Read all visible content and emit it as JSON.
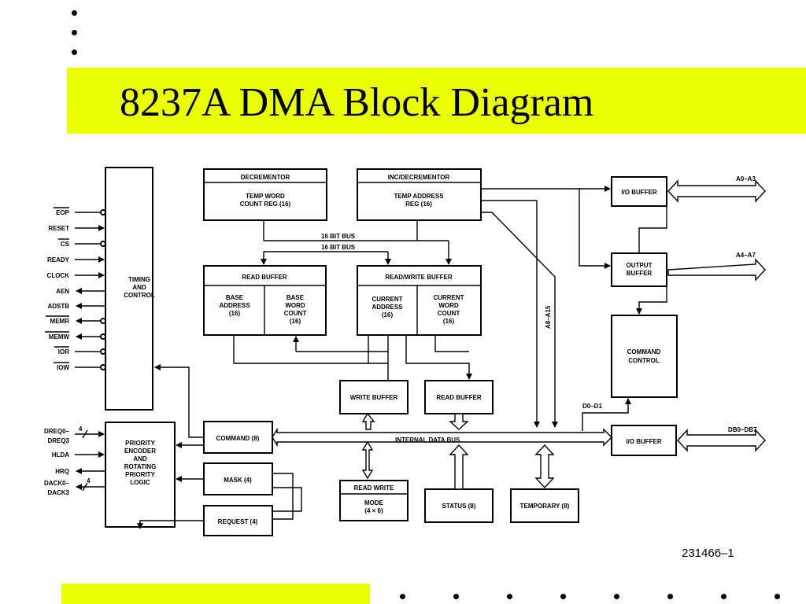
{
  "slide": {
    "title": "8237A DMA Block Diagram",
    "figure_number": "231466–1"
  },
  "diagram": {
    "blocks": {
      "decrementor": "DECREMENTOR",
      "temp_word_count_1": "TEMP WORD",
      "temp_word_count_2": "COUNT REG (16)",
      "incdecrementor": "INC/DECREMENTOR",
      "temp_address_1": "TEMP ADDRESS",
      "temp_address_2": "REG (16)",
      "read_buffer_header": "READ BUFFER",
      "base_address_1": "BASE",
      "base_address_2": "ADDRESS",
      "base_address_3": "(16)",
      "base_word_count_1": "BASE",
      "base_word_count_2": "WORD",
      "base_word_count_3": "COUNT",
      "base_word_count_4": "(16)",
      "rw_buffer_header": "READ/WRITE BUFFER",
      "current_address_1": "CURRENT",
      "current_address_2": "ADDRESS",
      "current_address_3": "(16)",
      "current_word_count_1": "CURRENT",
      "current_word_count_2": "WORD",
      "current_word_count_3": "COUNT",
      "current_word_count_4": "(16)",
      "timing_1": "TIMING",
      "timing_2": "AND",
      "timing_3": "CONTROL",
      "priority_1": "PRIORITY",
      "priority_2": "ENCODER",
      "priority_3": "AND",
      "priority_4": "ROTATING",
      "priority_5": "PRIORITY",
      "priority_6": "LOGIC",
      "command": "COMMAND (8)",
      "mask": "MASK (4)",
      "request": "REQUEST (4)",
      "write_buffer": "WRITE BUFFER",
      "read_buffer_small": "READ BUFFER",
      "read_write": "READ WRITE",
      "mode_1": "MODE",
      "mode_2": "(4 × 6)",
      "status": "STATUS (8)",
      "temporary": "TEMPORARY (8)",
      "io_buffer_top": "I/O BUFFER",
      "output_buffer_1": "OUTPUT",
      "output_buffer_2": "BUFFER",
      "command_control_1": "COMMAND",
      "command_control_2": "CONTROL",
      "io_buffer_bottom": "I/O BUFFER"
    },
    "bus_labels": {
      "bus_16_a": "16 BIT BUS",
      "bus_16_b": "16 BIT BUS",
      "internal_data_bus": "INTERNAL DATA BUS",
      "a8_a15": "A8–A15",
      "d0_d1": "D0–D1",
      "a0_a3": "A0–A3",
      "a4_a7": "A4–A7",
      "db0_db7": "DB0–DB7"
    },
    "pins": {
      "eop": "EOP",
      "reset": "RESET",
      "cs": "CS",
      "ready": "READY",
      "clock": "CLOCK",
      "aen": "AEN",
      "adstb": "ADSTB",
      "memr": "MEMR",
      "memw": "MEMW",
      "ior": "IOR",
      "iow": "IOW",
      "dreq0": "DREQ0–",
      "dreq3": "DREQ3",
      "hlda": "HLDA",
      "hrq": "HRQ",
      "dack0": "DACK0–",
      "dack3": "DACK3",
      "width_4a": "4",
      "width_4b": "4"
    }
  }
}
